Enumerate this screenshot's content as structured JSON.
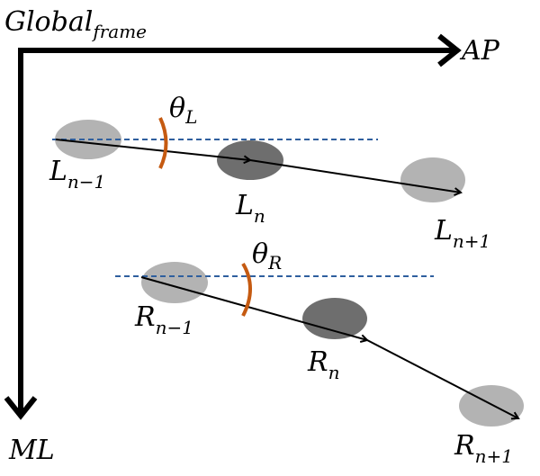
{
  "frame": {
    "title_main": "Global",
    "title_sub": "frame",
    "axis_x": "AP",
    "axis_y": "ML"
  },
  "left": {
    "angle_main": "θ",
    "angle_sub": "L",
    "prev_main": "L",
    "prev_sub": "n−1",
    "curr_main": "L",
    "curr_sub": "n",
    "next_main": "L",
    "next_sub": "n+1"
  },
  "right": {
    "angle_main": "θ",
    "angle_sub": "R",
    "prev_main": "R",
    "prev_sub": "n−1",
    "curr_main": "R",
    "curr_sub": "n",
    "next_main": "R",
    "next_sub": "n+1"
  },
  "colors": {
    "light_foot": "#b3b3b3",
    "dark_foot": "#6e6e6e",
    "reference_line": "#2f5f9e",
    "angle_arc": "#c55a11",
    "arrow": "#000000"
  }
}
